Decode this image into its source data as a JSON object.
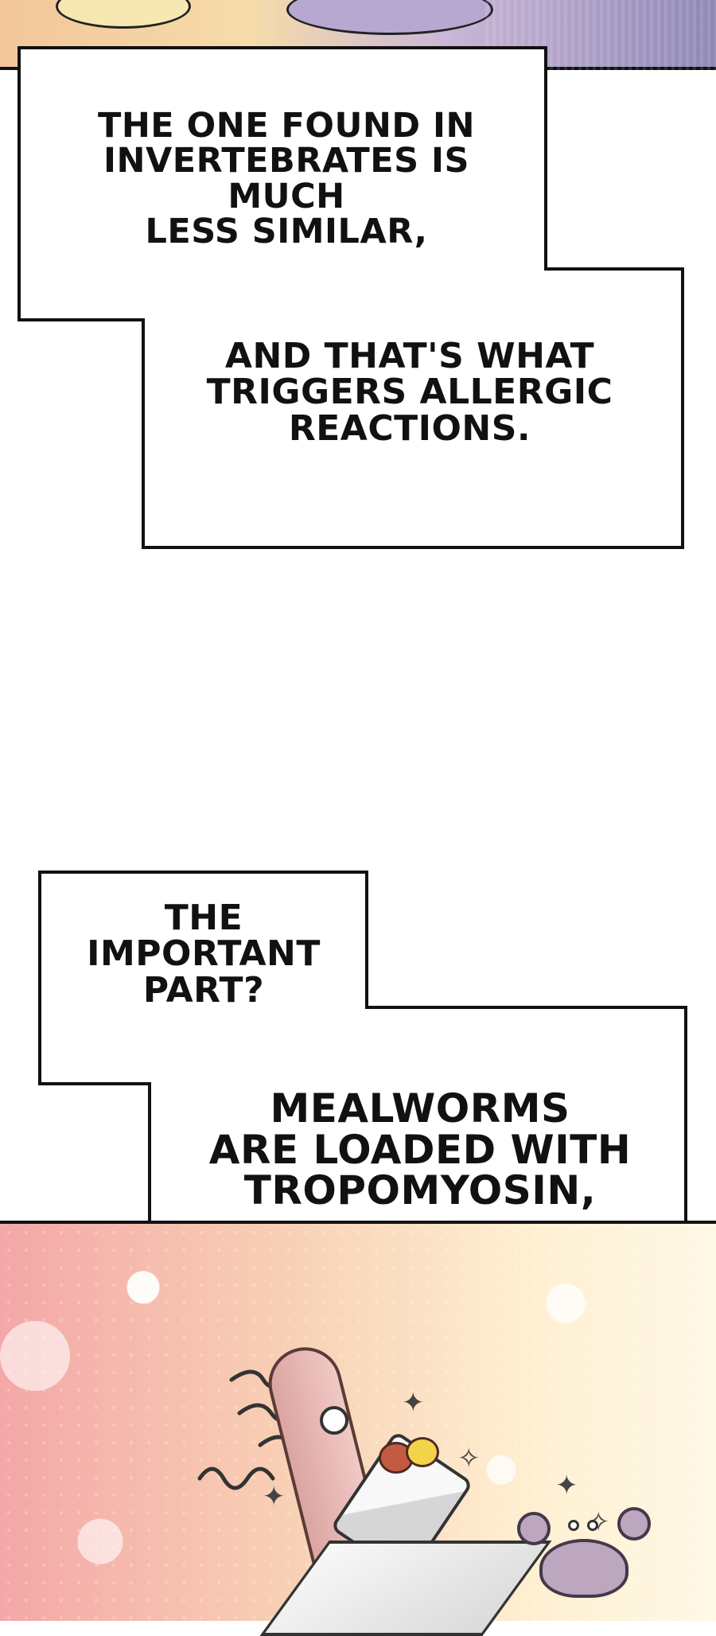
{
  "comic": {
    "bubble_1": {
      "line_a": "THE ONE FOUND IN\nINVERTEBRATES IS MUCH\nLESS SIMILAR,",
      "line_b": "AND THAT'S WHAT\nTRIGGERS ALLERGIC\nREACTIONS."
    },
    "bubble_2": {
      "line_a": "THE\nIMPORTANT\nPART?",
      "line_b": "MEALWORMS\nARE LOADED WITH\nTROPOMYOSIN,"
    },
    "art": {
      "top_panel_palette": [
        "#f2c69a",
        "#f6dca9",
        "#cbb7d7",
        "#8f88b7"
      ],
      "bottom_panel_palette": [
        "#f4a7a7",
        "#f8d0b4",
        "#fff0d2",
        "#fff8e6"
      ],
      "characters": [
        "mealworm",
        "crab"
      ]
    }
  }
}
